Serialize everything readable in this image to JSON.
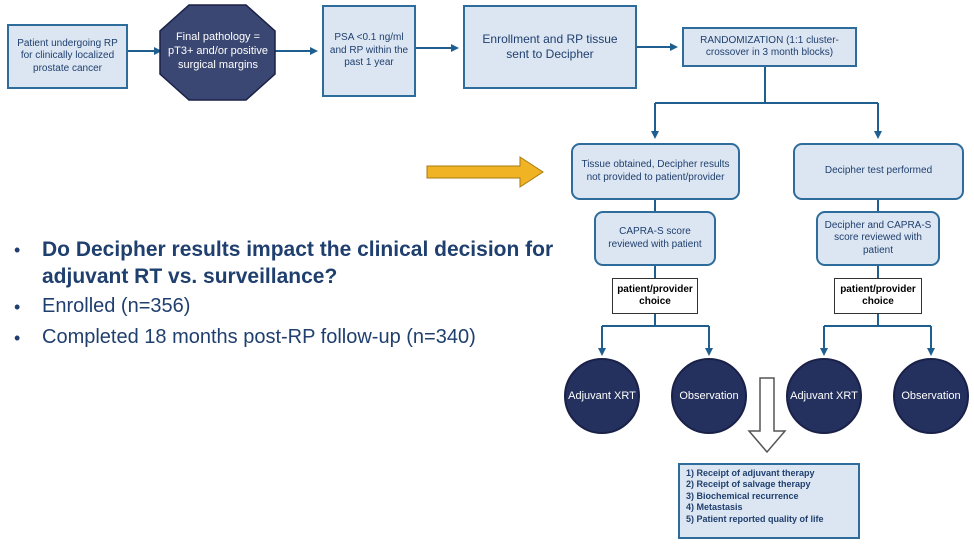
{
  "flow": {
    "patient": "Patient undergoing RP for clinically localized prostate cancer",
    "pathology": "Final pathology = pT3+ and/or positive surgical margins",
    "psa": "PSA <0.1 ng/ml and RP within the past 1 year",
    "enrollment": "Enrollment and RP tissue sent to Decipher",
    "randomization": "RANDOMIZATION (1:1 cluster-crossover in 3 month blocks)"
  },
  "left_arm": {
    "tissue": "Tissue obtained, Decipher results not provided to patient/provider",
    "capra": "CAPRA-S score reviewed with patient",
    "choice": "patient/provider choice",
    "adjuvant": "Adjuvant XRT",
    "observation": "Observation"
  },
  "right_arm": {
    "test": "Decipher test performed",
    "capra": "Decipher and CAPRA-S score reviewed with patient",
    "choice": "patient/provider choice",
    "adjuvant": "Adjuvant XRT",
    "observation": "Observation"
  },
  "outcomes": [
    "1) Receipt of adjuvant therapy",
    "2) Receipt of salvage therapy",
    "3) Biochemical recurrence",
    "4) Metastasis",
    "5) Patient reported quality of life"
  ],
  "bullets": [
    {
      "bullet": "•",
      "text": "Do Decipher results impact the clinical decision for adjuvant RT vs. surveillance?"
    },
    {
      "bullet": "•",
      "text": "Enrolled (n=356)"
    },
    {
      "bullet": "•",
      "text": "Completed 18 months post-RP follow-up (n=340)"
    }
  ],
  "colors": {
    "box_fill": "#dce6f2",
    "box_border": "#2e6c9b",
    "node_dark": "#24305e",
    "arrow": "#1f5f8f",
    "highlight_arrow": "#f0b323",
    "text": "#1f3f6e"
  }
}
